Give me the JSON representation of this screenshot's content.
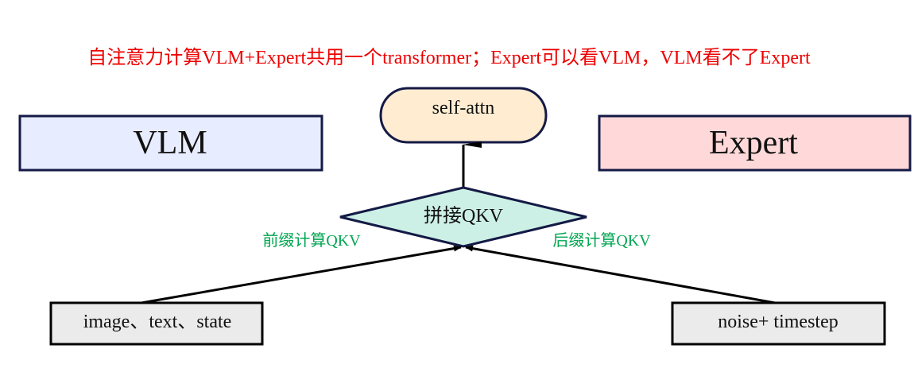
{
  "title": "自注意力计算VLM+Expert共用一个transformer；Expert可以看VLM，VLM看不了Expert",
  "nodes": {
    "vlm": "VLM",
    "expert": "Expert",
    "self_attn": "self-attn",
    "concat_qkv": "拼接QKV",
    "vlm_inputs": "image、text、state",
    "expert_inputs": "noise+ timestep"
  },
  "edge_labels": {
    "prefix_qkv": "前缀计算QKV",
    "suffix_qkv": "后缀计算QKV"
  },
  "colors": {
    "title": "#ee0000",
    "edge_label": "#00a651",
    "vlm_fill": "#e8ecff",
    "expert_fill": "#ffd9d9",
    "self_attn_fill": "#ffecd1",
    "concat_fill": "#cdf0e6",
    "input_fill": "#ebebeb",
    "stroke": "#141a45"
  }
}
